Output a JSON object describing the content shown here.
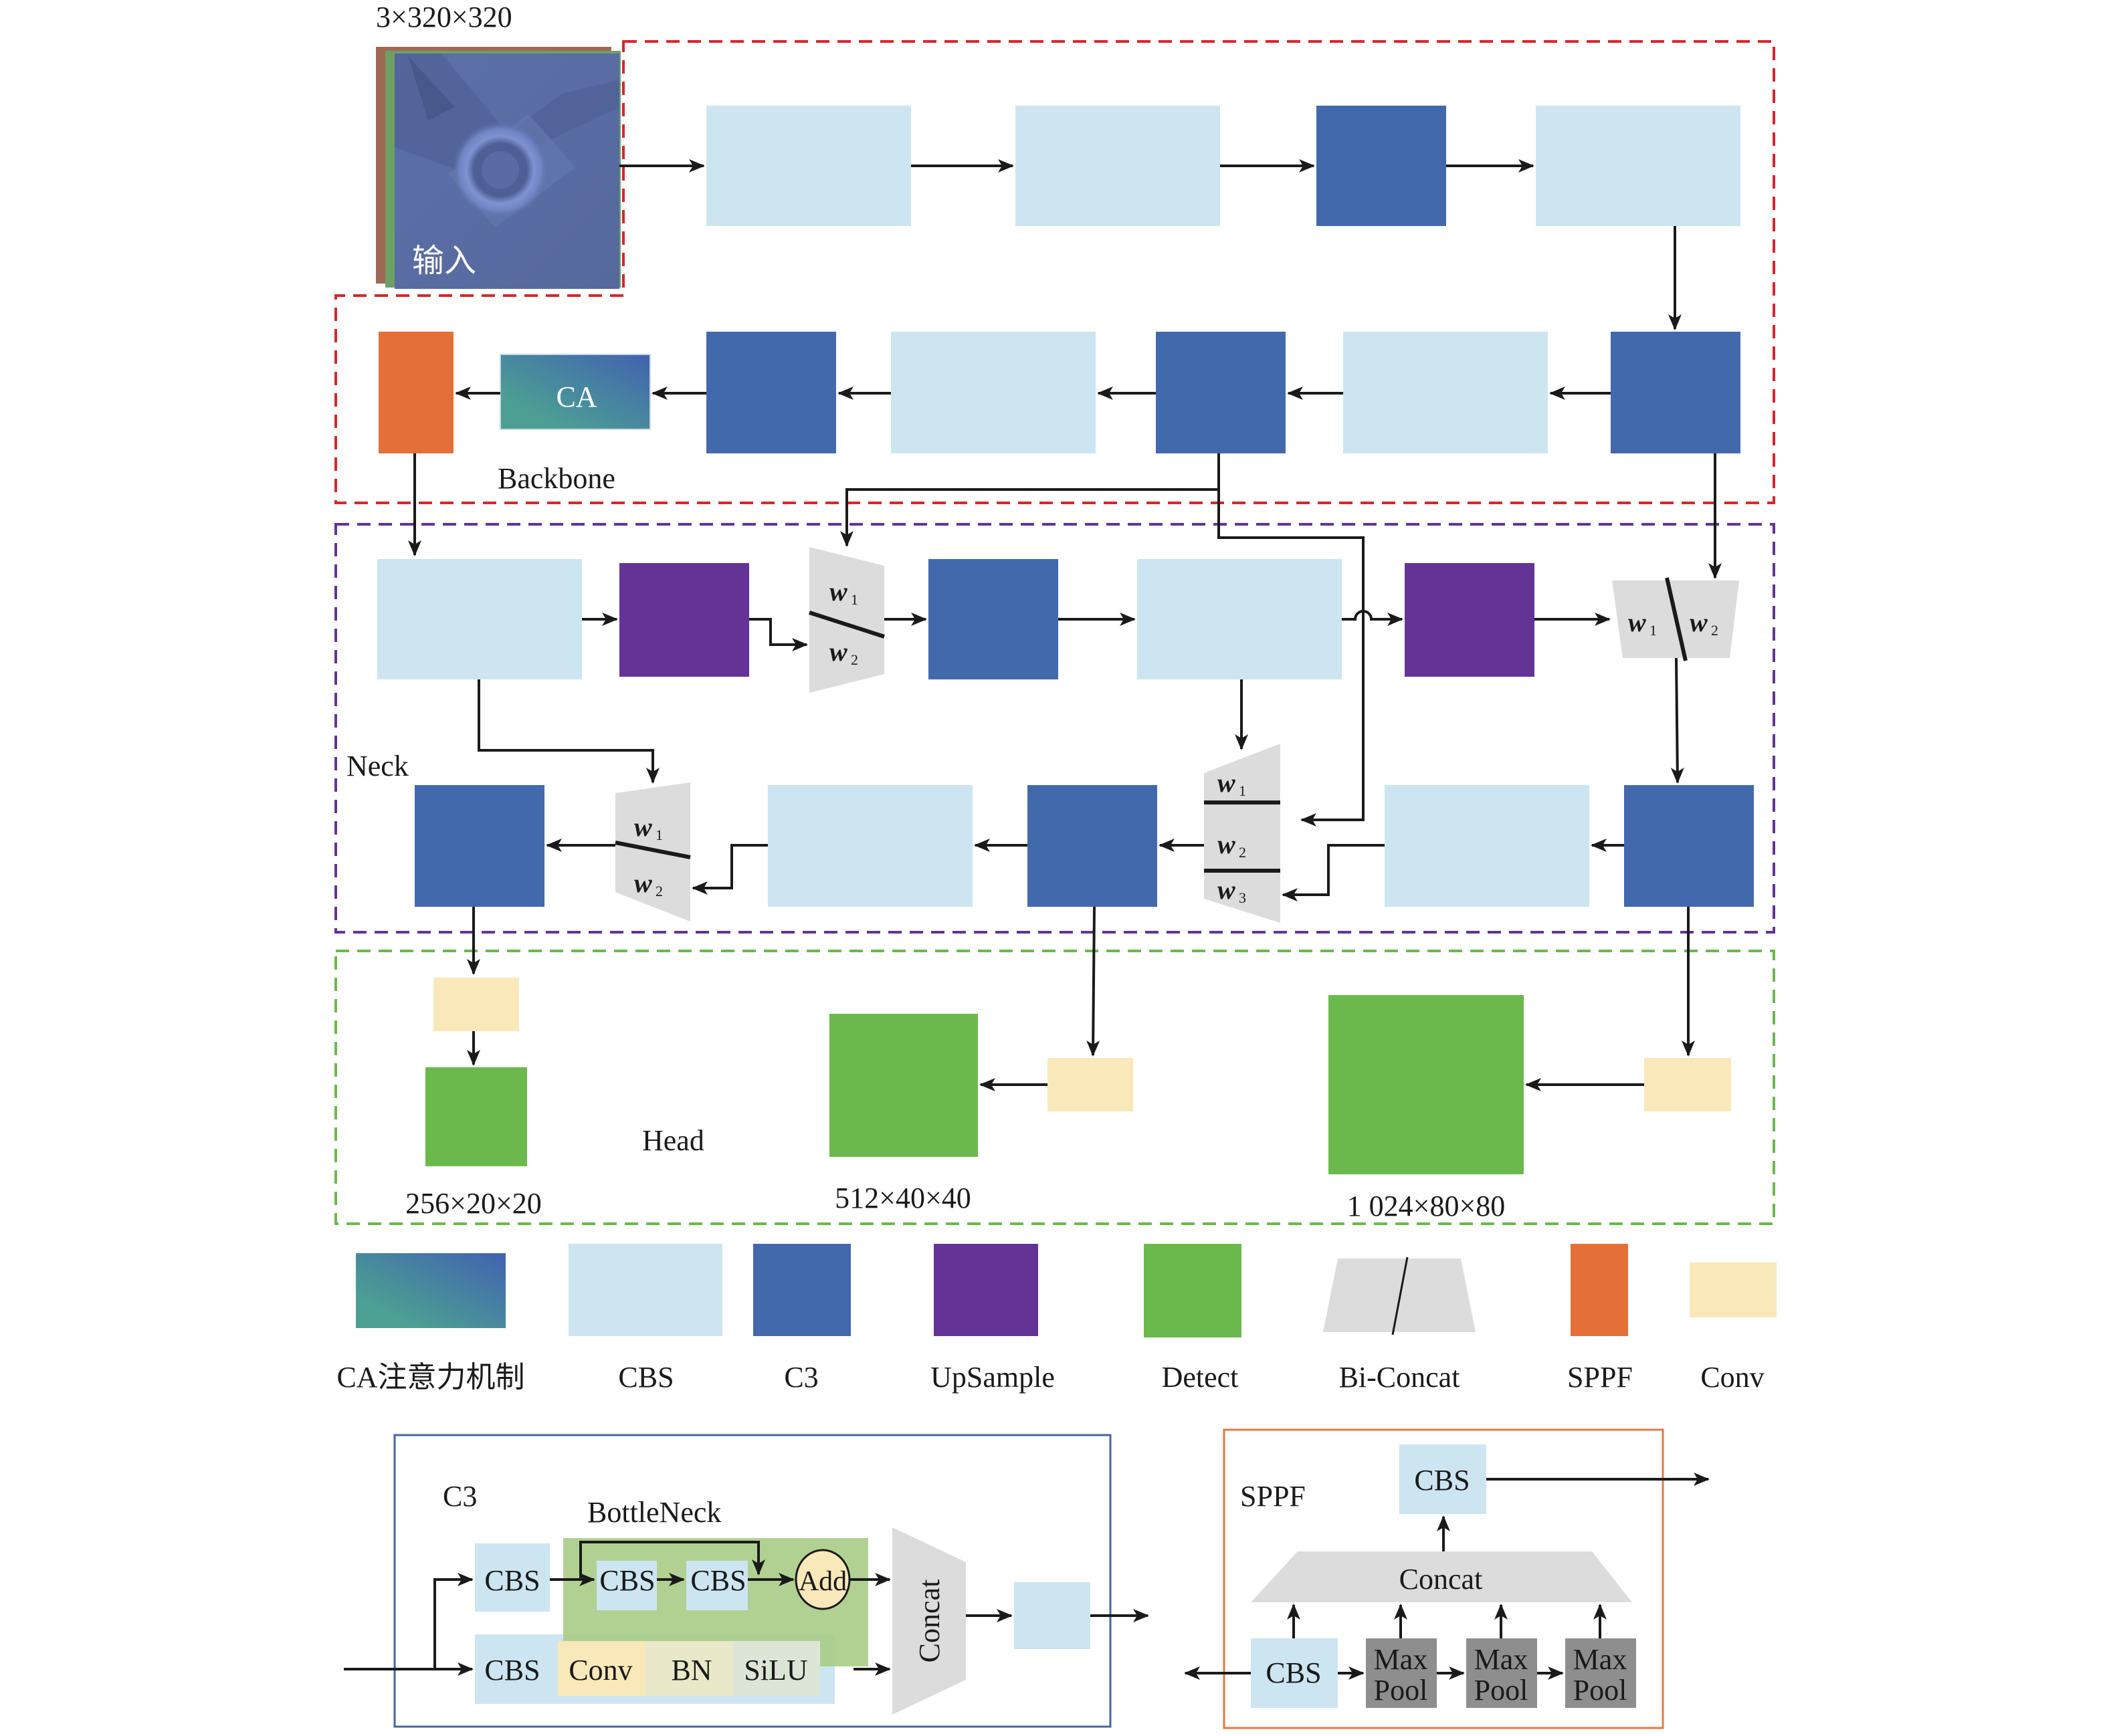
{
  "colors": {
    "cbs": "#cce5f1",
    "c3": "#4369ad",
    "upsample": "#633495",
    "detect": "#6bb94d",
    "biconcat": "#dcdcdc",
    "sppf": "#e56f38",
    "conv": "#f9e8b9",
    "ca_start": "#4ca093",
    "ca_end": "#4266ae",
    "maxpool": "#8e8e8e",
    "bottleneck": "#a9cc86",
    "backbone_border": "#d9262c",
    "neck_border": "#633495",
    "head_border": "#6bb94d",
    "c3_panel_border": "#44659e",
    "sppf_panel_border": "#e07a45"
  },
  "input": {
    "size_label": "3×320×320",
    "caption": "输入"
  },
  "sections": {
    "backbone": "Backbone",
    "neck": "Neck",
    "head": "Head"
  },
  "backbone": {
    "ca_label": "CA"
  },
  "biconcat": {
    "w1": "w",
    "w2": "w",
    "w3": "w",
    "s1": "1",
    "s2": "2",
    "s3": "3"
  },
  "head": {
    "outputs": [
      "256×20×20",
      "512×40×40",
      "1 024×80×80"
    ]
  },
  "legend": [
    {
      "key": "ca",
      "label": "CA注意力机制"
    },
    {
      "key": "cbs",
      "label": "CBS"
    },
    {
      "key": "c3",
      "label": "C3"
    },
    {
      "key": "upsample",
      "label": "UpSample"
    },
    {
      "key": "detect",
      "label": "Detect"
    },
    {
      "key": "biconcat",
      "label": "Bi-Concat"
    },
    {
      "key": "sppf",
      "label": "SPPF"
    },
    {
      "key": "conv",
      "label": "Conv"
    }
  ],
  "c3_panel": {
    "title": "C3",
    "bottleneck_label": "BottleNeck",
    "cbs": "CBS",
    "add": "Add",
    "concat": "Concat",
    "conv": "Conv",
    "bn": "BN",
    "silu": "SiLU"
  },
  "sppf_panel": {
    "title": "SPPF",
    "cbs": "CBS",
    "concat": "Concat",
    "maxpool_line1": "Max",
    "maxpool_line2": "Pool"
  }
}
